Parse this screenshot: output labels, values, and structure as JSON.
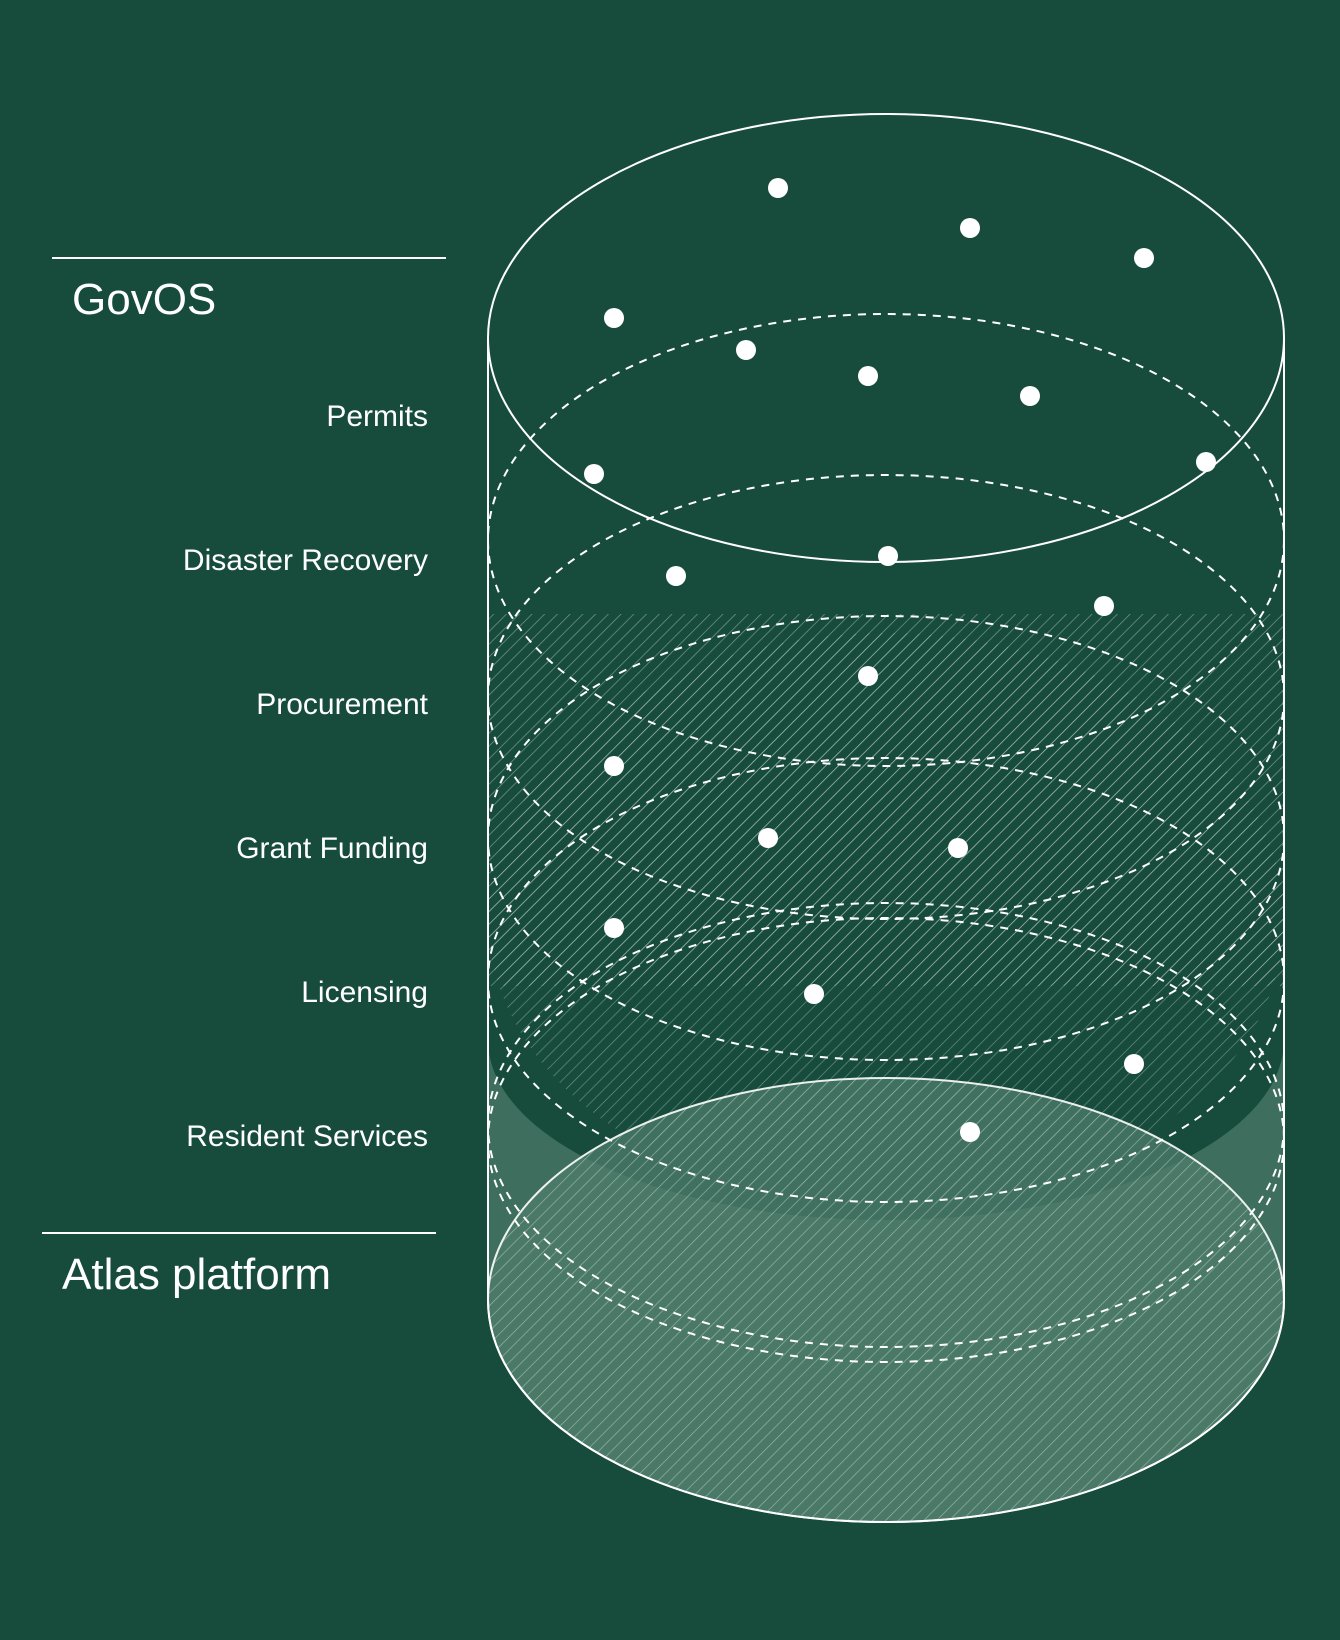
{
  "diagram": {
    "top_section": {
      "title": "GovOS",
      "layers": [
        "Permits",
        "Disaster Recovery",
        "Procurement",
        "Grant Funding",
        "Licensing",
        "Resident Services"
      ]
    },
    "bottom_section": {
      "title": "Atlas platform"
    }
  },
  "colors": {
    "background": "#174c3c",
    "line": "#ffffff",
    "hatch_fill": "#6f9686"
  }
}
